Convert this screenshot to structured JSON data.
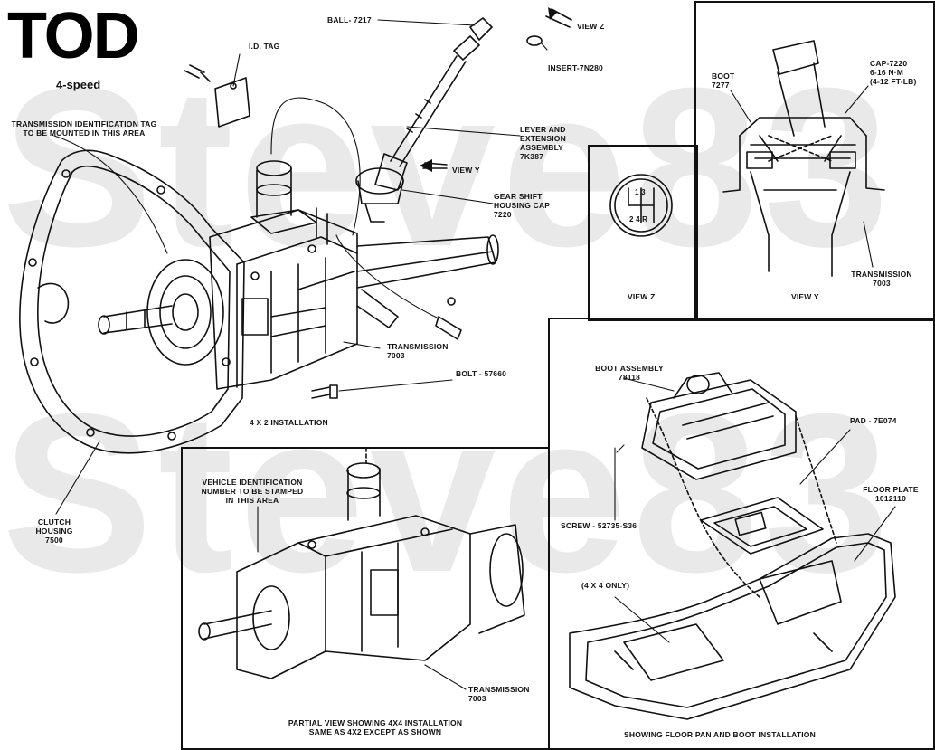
{
  "title": "TOD",
  "subtitle": "4-speed",
  "watermark": {
    "line1": "Steve83",
    "line2": "Steve83"
  },
  "labels": {
    "tag_note": "TRANSMISSION IDENTIFICATION TAG\nTO BE MOUNTED IN THIS AREA",
    "id_tag": "I.D. TAG",
    "ball": "BALL- 7217",
    "view_z_arrow": "VIEW Z",
    "insert": "INSERT-7N280",
    "lever": "LEVER AND\nEXTENSION\nASSEMBLY\n7K387",
    "view_y_arrow": "VIEW Y",
    "gear_cap": "GEAR SHIFT\nHOUSING CAP\n7220",
    "transmission_main": "TRANSMISSION\n7003",
    "bolt": "BOLT - 57660",
    "install_4x2": "4 X 2 INSTALLATION",
    "clutch_housing": "CLUTCH\nHOUSING\n7500",
    "vin_note": "VEHICLE IDENTIFICATION\nNUMBER TO BE STAMPED\nIN THIS AREA",
    "transmission_partial": "TRANSMISSION\n7003",
    "partial_caption": "PARTIAL VIEW SHOWING 4x4 INSTALLATION\nSAME AS 4x2 EXCEPT AS SHOWN",
    "view_z_caption": "VIEW Z",
    "shift_pattern": {
      "top": "1 3",
      "bottom": "2 4 R"
    },
    "boot": "BOOT\n7277",
    "cap": "CAP-7220\n6-16 N·m\n(4-12 FT-LB)",
    "transmission_view_y": "TRANSMISSION\n7003",
    "view_y_caption": "VIEW Y",
    "boot_assembly": "BOOT ASSEMBLY\n78118",
    "pad": "PAD - 7E074",
    "floor_plate": "FLOOR PLATE\n1012110",
    "screw": "SCREW - 52735-S36",
    "four_by_four_only": "(4 X 4 ONLY)",
    "floor_caption": "SHOWING FLOOR PAN AND BOOT INSTALLATION"
  }
}
